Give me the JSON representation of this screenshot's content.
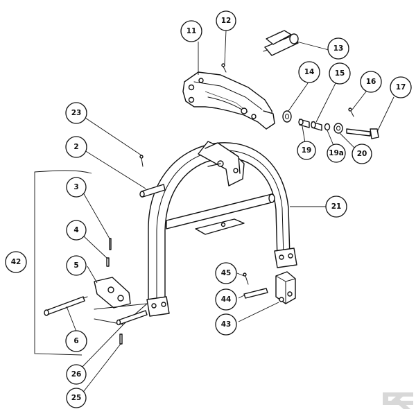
{
  "callouts": [
    {
      "id": "11",
      "label": "11"
    },
    {
      "id": "12",
      "label": "12"
    },
    {
      "id": "13",
      "label": "13"
    },
    {
      "id": "14",
      "label": "14"
    },
    {
      "id": "15",
      "label": "15"
    },
    {
      "id": "16",
      "label": "16"
    },
    {
      "id": "17",
      "label": "17"
    },
    {
      "id": "19",
      "label": "19"
    },
    {
      "id": "19a",
      "label": "19a"
    },
    {
      "id": "20",
      "label": "20"
    },
    {
      "id": "23",
      "label": "23"
    },
    {
      "id": "2",
      "label": "2"
    },
    {
      "id": "3",
      "label": "3"
    },
    {
      "id": "4",
      "label": "4"
    },
    {
      "id": "5",
      "label": "5"
    },
    {
      "id": "42",
      "label": "42"
    },
    {
      "id": "6",
      "label": "6"
    },
    {
      "id": "26",
      "label": "26"
    },
    {
      "id": "25",
      "label": "25"
    },
    {
      "id": "21",
      "label": "21"
    },
    {
      "id": "45",
      "label": "45"
    },
    {
      "id": "44",
      "label": "44"
    },
    {
      "id": "43",
      "label": "43"
    }
  ],
  "watermark": {
    "icon": "brand-logo-icon"
  }
}
